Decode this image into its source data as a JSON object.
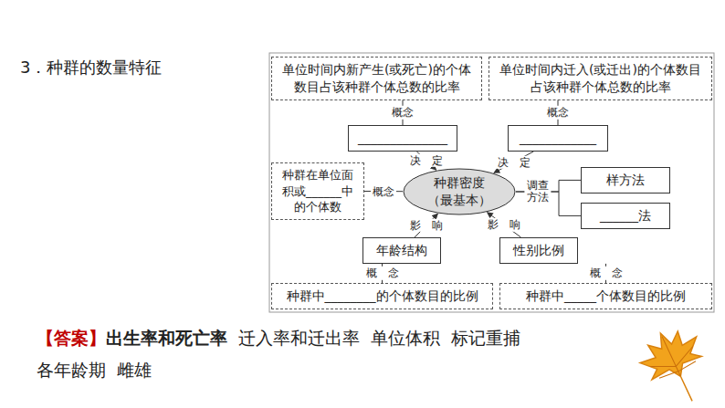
{
  "diagram": {
    "title": "3．种群的数量特征",
    "nodes": [
      {
        "text": [
          "单位时间内新产生(或死亡)的个体数目占该种群个体总数的比率"
        ]
      },
      {
        "text": [
          "单位时间内迁入(或迁出)的个体数目占该种群个体总数的比率"
        ]
      },
      {
        "text": [
          "______________"
        ]
      },
      {
        "text": [
          "____________"
        ]
      },
      {
        "text": [
          "种群在单位面积或______中的个体数"
        ]
      },
      {
        "text": [
          "种群密度 （最基本）"
        ]
      },
      {
        "text": [
          "样方法"
        ]
      },
      {
        "text": [
          "______法"
        ]
      },
      {
        "text": [
          "年龄结构"
        ]
      },
      {
        "text": [
          "性别比例"
        ]
      },
      {
        "text": [
          "种群中________的个体数目的比例"
        ]
      },
      {
        "text": [
          "种群中_____个体数目的比例"
        ]
      }
    ],
    "edges": [
      {
        "from": 0,
        "to": 2,
        "label": "概念",
        "arrow": "none"
      },
      {
        "from": 1,
        "to": 3,
        "label": "概念",
        "arrow": "none"
      },
      {
        "from": 2,
        "to": 5,
        "label": "决　定",
        "arrow": "to"
      },
      {
        "from": 3,
        "to": 5,
        "label": "决　定",
        "arrow": "to"
      },
      {
        "from": 4,
        "to": 5,
        "label": "概念",
        "arrow": "none"
      },
      {
        "from": 5,
        "to": 6,
        "label": "调查方法",
        "arrow": "none"
      },
      {
        "from": 5,
        "to": 7,
        "arrow": "none"
      },
      {
        "from": 8,
        "to": 5,
        "label": "影　响",
        "arrow": "to"
      },
      {
        "from": 9,
        "to": 5,
        "label": "影　响",
        "arrow": "to"
      },
      {
        "from": 8,
        "to": 10,
        "label": "概　念",
        "arrow": "none"
      },
      {
        "from": 9,
        "to": 11,
        "label": "概　念",
        "arrow": "none"
      }
    ],
    "labels": [
      "【答案】",
      "出生率和死亡率",
      "迁入率和迁出率",
      "单位体积",
      "标记重捕",
      "各年龄期",
      "雌雄"
    ]
  }
}
